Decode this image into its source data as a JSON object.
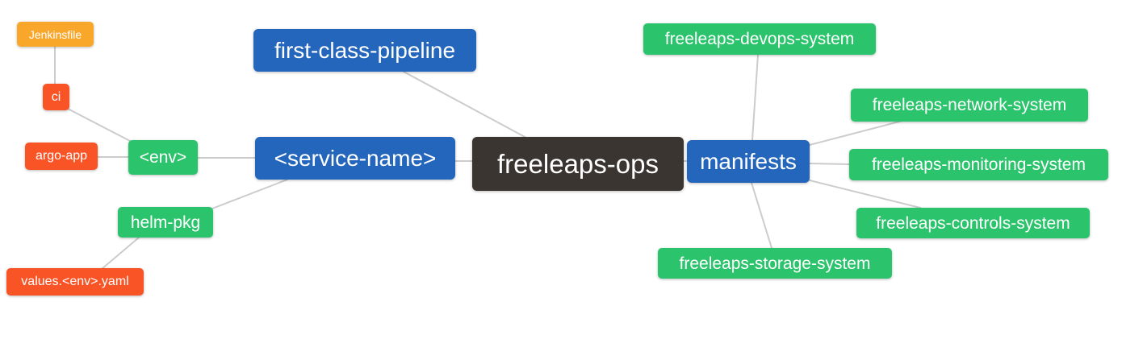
{
  "palette": {
    "root_dark": "#3a3531",
    "branch_blue": "#2366bb",
    "green": "#2bc46c",
    "orange": "#f9a72b",
    "red": "#f95426",
    "edge_gray": "#cccccc",
    "background": "#ffffff",
    "node_text": "#ffffff"
  },
  "diagram": {
    "type": "mindmap",
    "root": "freeleaps-ops",
    "nodes": {
      "freeleaps_ops": {
        "label": "freeleaps-ops"
      },
      "first_class_pipeline": {
        "label": "first-class-pipeline"
      },
      "service_name": {
        "label": "<service-name>"
      },
      "manifests": {
        "label": "manifests"
      },
      "env": {
        "label": "<env>"
      },
      "helm_pkg": {
        "label": "helm-pkg"
      },
      "ci": {
        "label": "ci"
      },
      "argo_app": {
        "label": "argo-app"
      },
      "jenkinsfile": {
        "label": "Jenkinsfile"
      },
      "values_env_yaml": {
        "label": "values.<env>.yaml"
      },
      "devops_system": {
        "label": "freeleaps-devops-system"
      },
      "network_system": {
        "label": "freeleaps-network-system"
      },
      "monitoring_system": {
        "label": "freeleaps-monitoring-system"
      },
      "controls_system": {
        "label": "freeleaps-controls-system"
      },
      "storage_system": {
        "label": "freeleaps-storage-system"
      }
    },
    "edges": [
      [
        "freeleaps-ops",
        "first-class-pipeline"
      ],
      [
        "freeleaps-ops",
        "<service-name>"
      ],
      [
        "freeleaps-ops",
        "manifests"
      ],
      [
        "<service-name>",
        "<env>"
      ],
      [
        "<service-name>",
        "helm-pkg"
      ],
      [
        "<env>",
        "ci"
      ],
      [
        "<env>",
        "argo-app"
      ],
      [
        "ci",
        "Jenkinsfile"
      ],
      [
        "helm-pkg",
        "values.<env>.yaml"
      ],
      [
        "manifests",
        "freeleaps-devops-system"
      ],
      [
        "manifests",
        "freeleaps-network-system"
      ],
      [
        "manifests",
        "freeleaps-monitoring-system"
      ],
      [
        "manifests",
        "freeleaps-controls-system"
      ],
      [
        "manifests",
        "freeleaps-storage-system"
      ]
    ]
  }
}
